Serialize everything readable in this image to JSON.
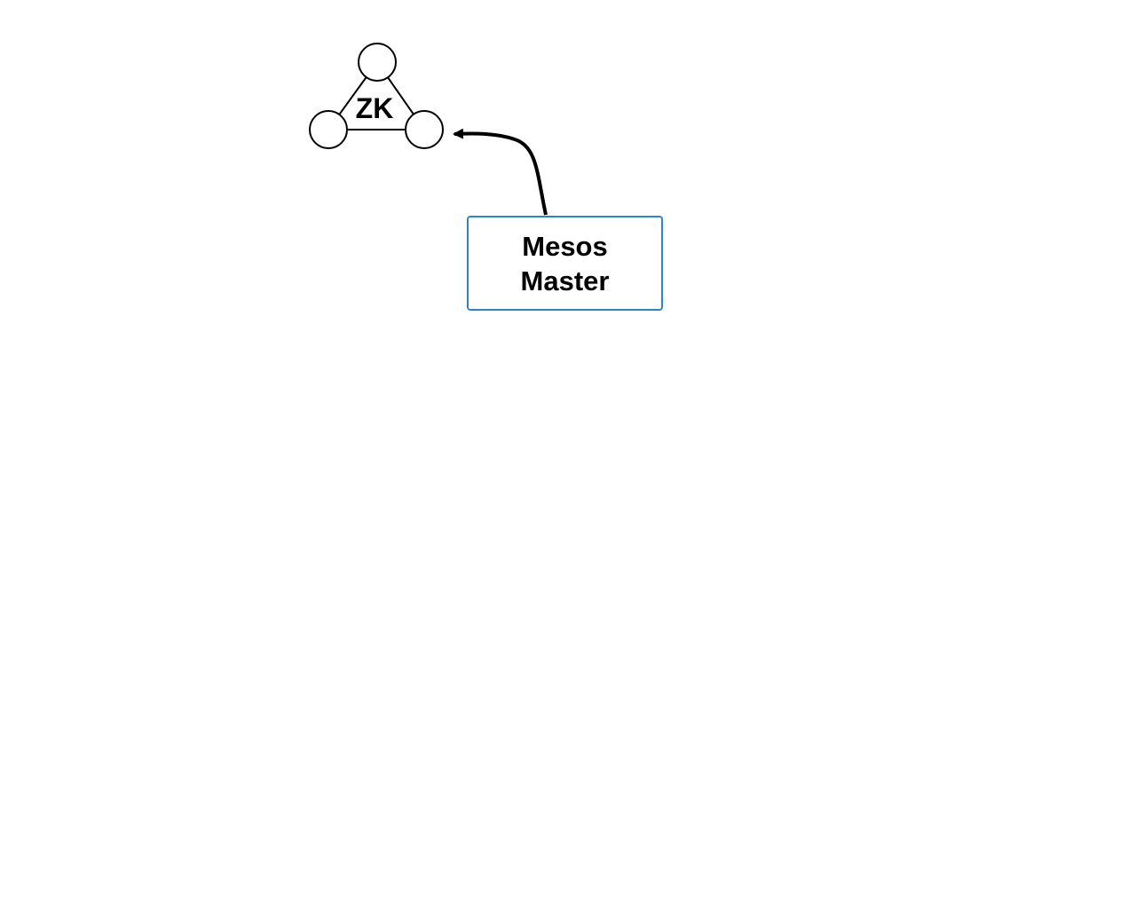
{
  "diagram": {
    "zookeeper": {
      "label": "ZK",
      "node_count": 3
    },
    "master": {
      "line1": "Mesos",
      "line2": "Master",
      "border_color": "#2e86c1"
    },
    "edges": [
      {
        "from": "master",
        "to": "zookeeper",
        "style": "curved-arrow",
        "color": "#000000"
      }
    ]
  }
}
